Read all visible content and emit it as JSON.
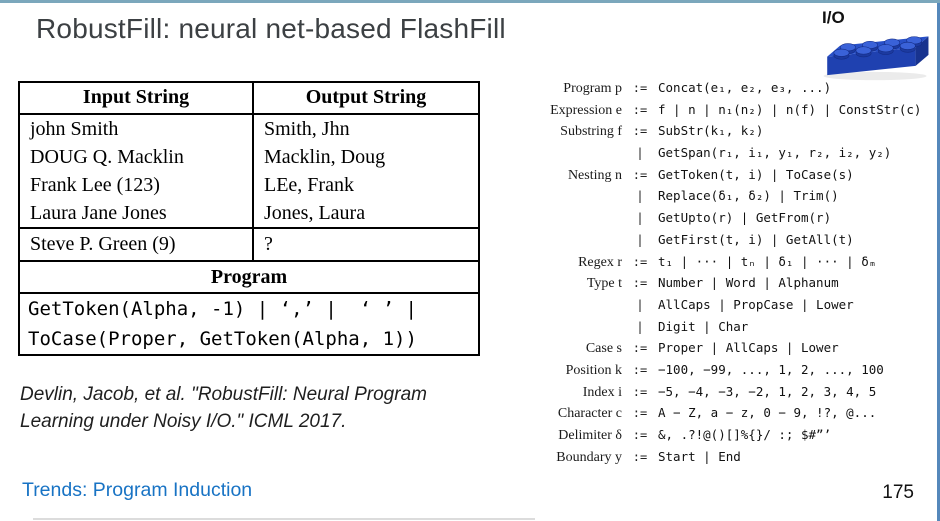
{
  "slide": {
    "title": "RobustFill: neural net-based FlashFill",
    "io_badge": "I/O",
    "citation": {
      "line1": "Devlin, Jacob, et al. \"RobustFill: Neural Program",
      "line2": "Learning under Noisy I/O.\" ICML 2017."
    },
    "footer": {
      "section": "Trends: Program Induction",
      "page_number": "175"
    },
    "icons": {
      "lego_brick": "lego-brick-icon"
    },
    "colors": {
      "accent_blue": "#1873c4",
      "top_border": "#7ba7bc",
      "right_border": "#5588bb",
      "lego_blue": "#2850c8",
      "title_gray": "#3c4043"
    }
  },
  "examples_table": {
    "headers": [
      "Input String",
      "Output String"
    ],
    "example_rows": [
      [
        "john Smith",
        "Smith, Jhn"
      ],
      [
        "DOUG Q. Macklin",
        "Macklin, Doug"
      ],
      [
        "Frank Lee (123)",
        "LEe, Frank"
      ],
      [
        "Laura Jane Jones",
        "Jones, Laura"
      ]
    ],
    "query_row": [
      "Steve P. Green (9)",
      "?"
    ],
    "program_header": "Program",
    "program_lines": [
      "GetToken(Alpha, -1) | ‘,’ |  ‘ ’ |",
      "ToCase(Proper, GetToken(Alpha, 1))"
    ]
  },
  "grammar": {
    "rows": [
      {
        "label": "Program p",
        "op": ":=",
        "def": "Concat(e₁, e₂, e₃, ...)"
      },
      {
        "label": "Expression e",
        "op": ":=",
        "def": "f | n | n₁(n₂) | n(f) | ConstStr(c)"
      },
      {
        "label": "Substring f",
        "op": ":=",
        "def": "SubStr(k₁, k₂)"
      },
      {
        "label": "",
        "op": "|",
        "def": "GetSpan(r₁, i₁, y₁, r₂, i₂, y₂)"
      },
      {
        "label": "Nesting n",
        "op": ":=",
        "def": "GetToken(t, i) | ToCase(s)"
      },
      {
        "label": "",
        "op": "|",
        "def": "Replace(δ₁, δ₂) | Trim()"
      },
      {
        "label": "",
        "op": "|",
        "def": "GetUpto(r) | GetFrom(r)"
      },
      {
        "label": "",
        "op": "|",
        "def": "GetFirst(t, i) | GetAll(t)"
      },
      {
        "label": "Regex r",
        "op": ":=",
        "def": "t₁ | ··· | tₙ | δ₁ | ··· | δₘ"
      },
      {
        "label": "Type t",
        "op": ":=",
        "def": "Number | Word | Alphanum"
      },
      {
        "label": "",
        "op": "|",
        "def": "AllCaps | PropCase | Lower"
      },
      {
        "label": "",
        "op": "|",
        "def": "Digit | Char"
      },
      {
        "label": "Case s",
        "op": ":=",
        "def": "Proper | AllCaps | Lower"
      },
      {
        "label": "Position k",
        "op": ":=",
        "def": "−100, −99, ..., 1, 2, ..., 100"
      },
      {
        "label": "Index i",
        "op": ":=",
        "def": "−5, −4, −3, −2, 1, 2, 3, 4, 5"
      },
      {
        "label": "Character c",
        "op": ":=",
        "def": "A − Z, a − z, 0 − 9, !?, @..."
      },
      {
        "label": "Delimiter δ",
        "op": ":=",
        "def": "&, .?!@()[]%{}/ :; $#”’"
      },
      {
        "label": "Boundary y",
        "op": ":=",
        "def": "Start | End"
      }
    ]
  }
}
